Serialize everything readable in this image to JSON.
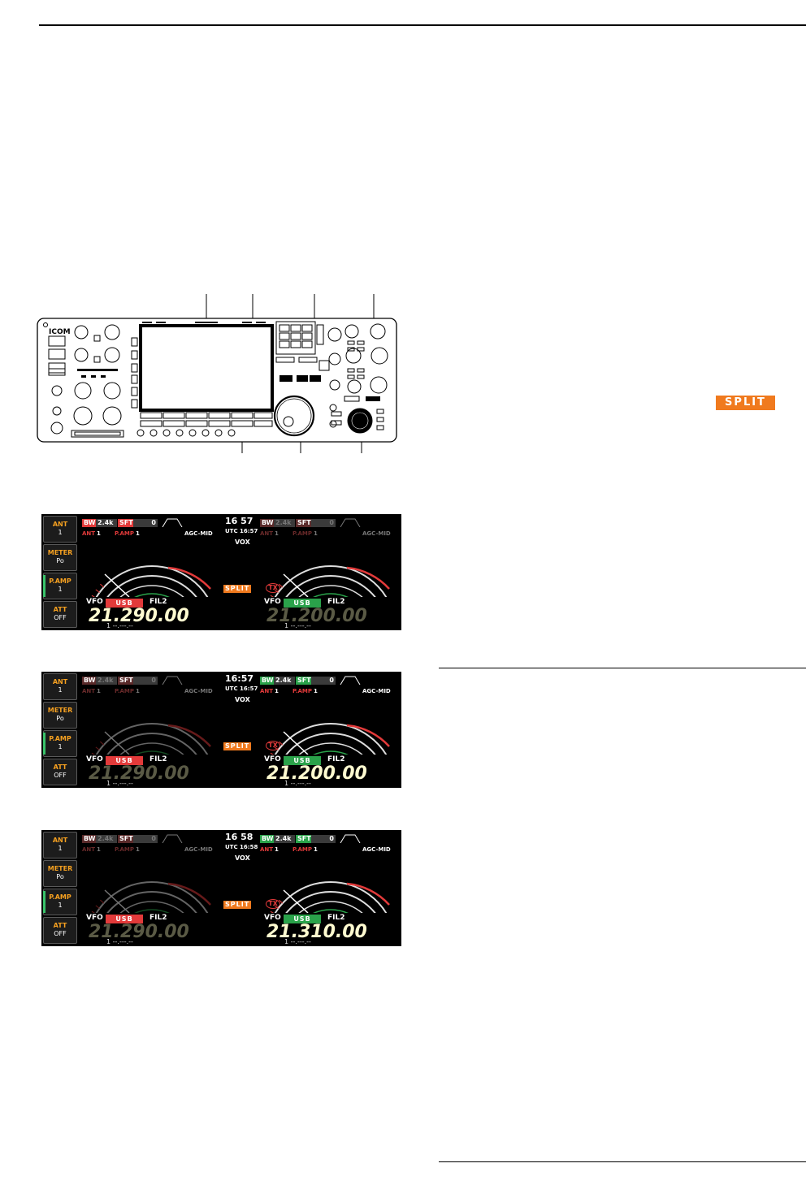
{
  "illustration": {
    "brand": "ICOM"
  },
  "split_badge": "SPLIT",
  "colors": {
    "split_orange": "#f07a1e",
    "usb_red": "#e23a3a",
    "usb_green": "#2aa24a",
    "pamp_led": "#39c46a",
    "freq_active": "#fffbd0",
    "freq_dim": "#5a5a45"
  },
  "screens": [
    {
      "side_buttons": [
        {
          "label": "ANT",
          "value": "1"
        },
        {
          "label": "METER",
          "value": "Po"
        },
        {
          "label": "P.AMP",
          "value": "1"
        },
        {
          "label": "ATT",
          "value": "OFF"
        }
      ],
      "clock": "16 57",
      "utc": "UTC 16:57",
      "vox": "VOX",
      "split": "SPLIT",
      "tx": "TX",
      "main": {
        "bw": "BW",
        "bw_val": "2.4k",
        "sft": "SFT",
        "sft_val": "0",
        "ant": "ANT",
        "ant_val": "1",
        "pamp": "P.AMP",
        "pamp_val": "1",
        "agc": "AGC-MID",
        "vfo": "VFO",
        "mode": "USB",
        "fil": "FIL2",
        "freq": "21.290.00",
        "mem": "1  --.---.--"
      },
      "sub": {
        "bw": "BW",
        "bw_val": "2.4k",
        "sft": "SFT",
        "sft_val": "0",
        "ant": "ANT",
        "ant_val": "1",
        "pamp": "P.AMP",
        "pamp_val": "1",
        "agc": "AGC-MID",
        "vfo": "VFO",
        "mode": "USB",
        "fil": "FIL2",
        "freq": "21.200.00",
        "mem": "1  --.---.--"
      }
    },
    {
      "side_buttons": [
        {
          "label": "ANT",
          "value": "1"
        },
        {
          "label": "METER",
          "value": "Po"
        },
        {
          "label": "P.AMP",
          "value": "1"
        },
        {
          "label": "ATT",
          "value": "OFF"
        }
      ],
      "clock": "16:57",
      "utc": "UTC 16:57",
      "vox": "VOX",
      "split": "SPLIT",
      "tx": "TX",
      "main": {
        "bw": "BW",
        "bw_val": "2.4k",
        "sft": "SFT",
        "sft_val": "0",
        "ant": "ANT",
        "ant_val": "1",
        "pamp": "P.AMP",
        "pamp_val": "1",
        "agc": "AGC-MID",
        "vfo": "VFO",
        "mode": "USB",
        "fil": "FIL2",
        "freq": "21.290.00",
        "mem": "1  --.---.--"
      },
      "sub": {
        "bw": "BW",
        "bw_val": "2.4k",
        "sft": "SFT",
        "sft_val": "0",
        "ant": "ANT",
        "ant_val": "1",
        "pamp": "P.AMP",
        "pamp_val": "1",
        "agc": "AGC-MID",
        "vfo": "VFO",
        "mode": "USB",
        "fil": "FIL2",
        "freq": "21.200.00",
        "mem": "1  --.---.--"
      }
    },
    {
      "side_buttons": [
        {
          "label": "ANT",
          "value": "1"
        },
        {
          "label": "METER",
          "value": "Po"
        },
        {
          "label": "P.AMP",
          "value": "1"
        },
        {
          "label": "ATT",
          "value": "OFF"
        }
      ],
      "clock": "16 58",
      "utc": "UTC 16:58",
      "vox": "VOX",
      "split": "SPLIT",
      "tx": "TX",
      "main": {
        "bw": "BW",
        "bw_val": "2.4k",
        "sft": "SFT",
        "sft_val": "0",
        "ant": "ANT",
        "ant_val": "1",
        "pamp": "P.AMP",
        "pamp_val": "1",
        "agc": "AGC-MID",
        "vfo": "VFO",
        "mode": "USB",
        "fil": "FIL2",
        "freq": "21.290.00",
        "mem": "1  --.---.--"
      },
      "sub": {
        "bw": "BW",
        "bw_val": "2.4k",
        "sft": "SFT",
        "sft_val": "0",
        "ant": "ANT",
        "ant_val": "1",
        "pamp": "P.AMP",
        "pamp_val": "1",
        "agc": "AGC-MID",
        "vfo": "VFO",
        "mode": "USB",
        "fil": "FIL2",
        "freq": "21.310.00",
        "mem": "1  --.---.--"
      }
    }
  ]
}
